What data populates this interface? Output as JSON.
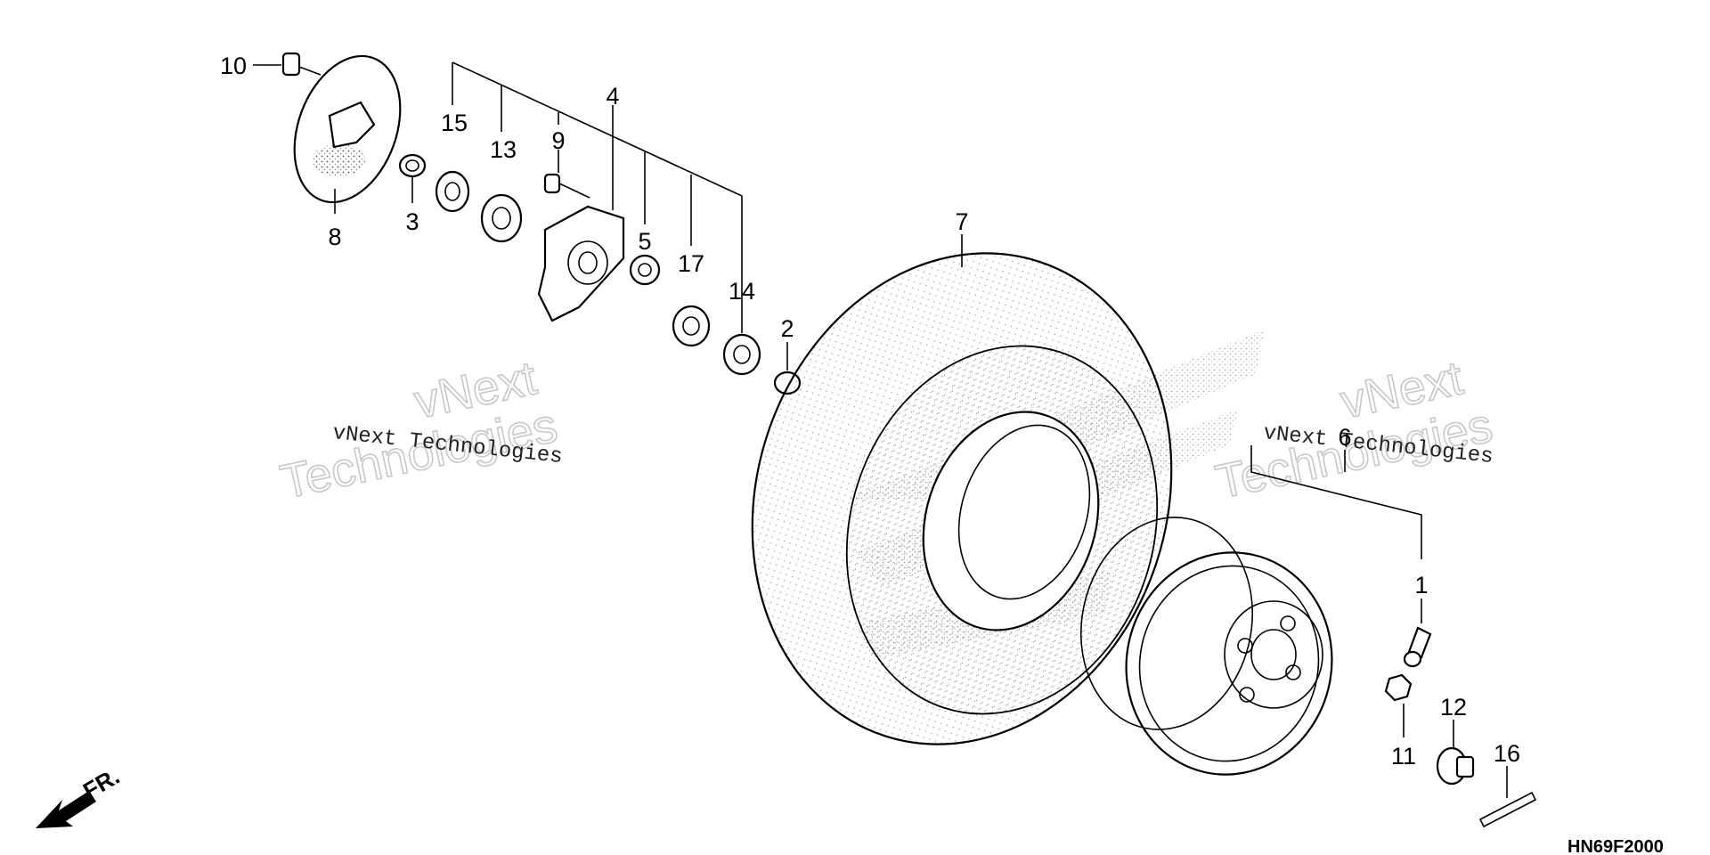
{
  "callouts": {
    "p1": "1",
    "p2": "2",
    "p3": "3",
    "p4": "4",
    "p5": "5",
    "p6": "6",
    "p7": "7",
    "p8": "8",
    "p9": "9",
    "p10": "10",
    "p11": "11",
    "p12": "12",
    "p13": "13",
    "p14": "14",
    "p15": "15",
    "p16": "16",
    "p17": "17"
  },
  "watermarks": {
    "brand_line1": "vNext",
    "brand_line2": "Technologies",
    "brand_small": "vNext Technologies"
  },
  "direction_label": "FR.",
  "reference_code": "HN69F2000"
}
